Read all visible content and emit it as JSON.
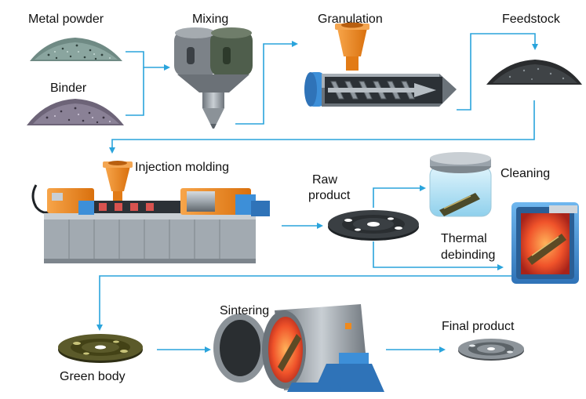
{
  "labels": {
    "metal_powder": "Metal powder",
    "binder": "Binder",
    "mixing": "Mixing",
    "granulation": "Granulation",
    "feedstock": "Feedstock",
    "injection_molding": "Injection molding",
    "raw_product_1": "Raw",
    "raw_product_2": "product",
    "cleaning": "Cleaning",
    "thermal_debinding_1": "Thermal",
    "thermal_debinding_2": "debinding",
    "green_body": "Green body",
    "sintering": "Sintering",
    "final_product": "Final product"
  },
  "colors": {
    "arrow": "#2aa4dc",
    "machine_orange": "#f08a1c",
    "steel": "#9aa3ab",
    "dark_steel": "#5a6168",
    "blue_part": "#3d8fd8",
    "furnace_glow": "#e8471c",
    "water": "#bfe6f7",
    "green_body": "#5b5a2a"
  }
}
